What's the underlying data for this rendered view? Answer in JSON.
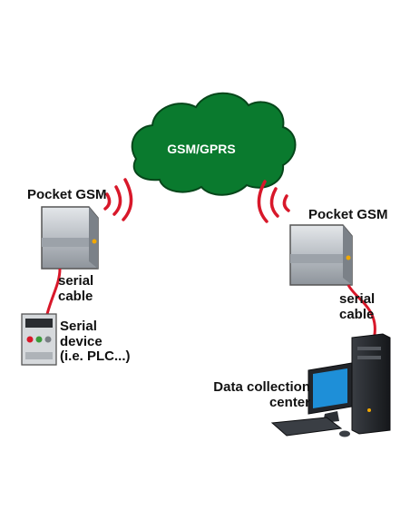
{
  "cloud": {
    "label": "GSM/GPRS",
    "fill": "#0a7a2e",
    "outline": "#06461a"
  },
  "left_modem": {
    "label": "Pocket GSM"
  },
  "right_modem": {
    "label": "Pocket GSM"
  },
  "left_cable": {
    "line1": "serial",
    "line2": "cable"
  },
  "right_cable": {
    "line1": "serial",
    "line2": "cable"
  },
  "serial_device": {
    "line1": "Serial",
    "line2": "device",
    "line3": "(i.e. PLC...)"
  },
  "data_center": {
    "line1": "Data collection",
    "line2": "center"
  },
  "colors": {
    "cable": "#d8182a",
    "signal": "#d8182a",
    "modem_body": "#c9cdd2",
    "led": "#f2a800",
    "screen": "#1e8fd8"
  },
  "icons": [
    "cloud-icon",
    "modem-icon",
    "signal-waves-icon",
    "plc-device-icon",
    "desktop-computer-icon"
  ]
}
